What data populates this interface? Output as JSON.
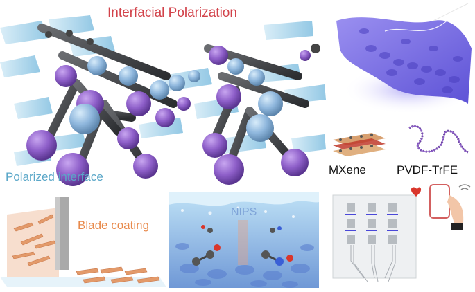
{
  "labels": {
    "interfacial_polarization": "Interfacial Polarization",
    "polarized_interface": "Polarized interface",
    "blade_coating": "Blade coating",
    "nips": "NIPS",
    "mxene": "MXene",
    "pvdf_trfe": "PVDF-TrFE"
  },
  "colors": {
    "title_red": "#d2424a",
    "polarized_blue": "#5aa7c8",
    "blade_orange": "#e8894a",
    "nips_blue": "#7fa4d8",
    "label_black": "#111111",
    "fluorine_purple": "#8e5fc9",
    "hydrogen_blue": "#8fb7dd",
    "carbon_gray": "#3f4145"
  }
}
